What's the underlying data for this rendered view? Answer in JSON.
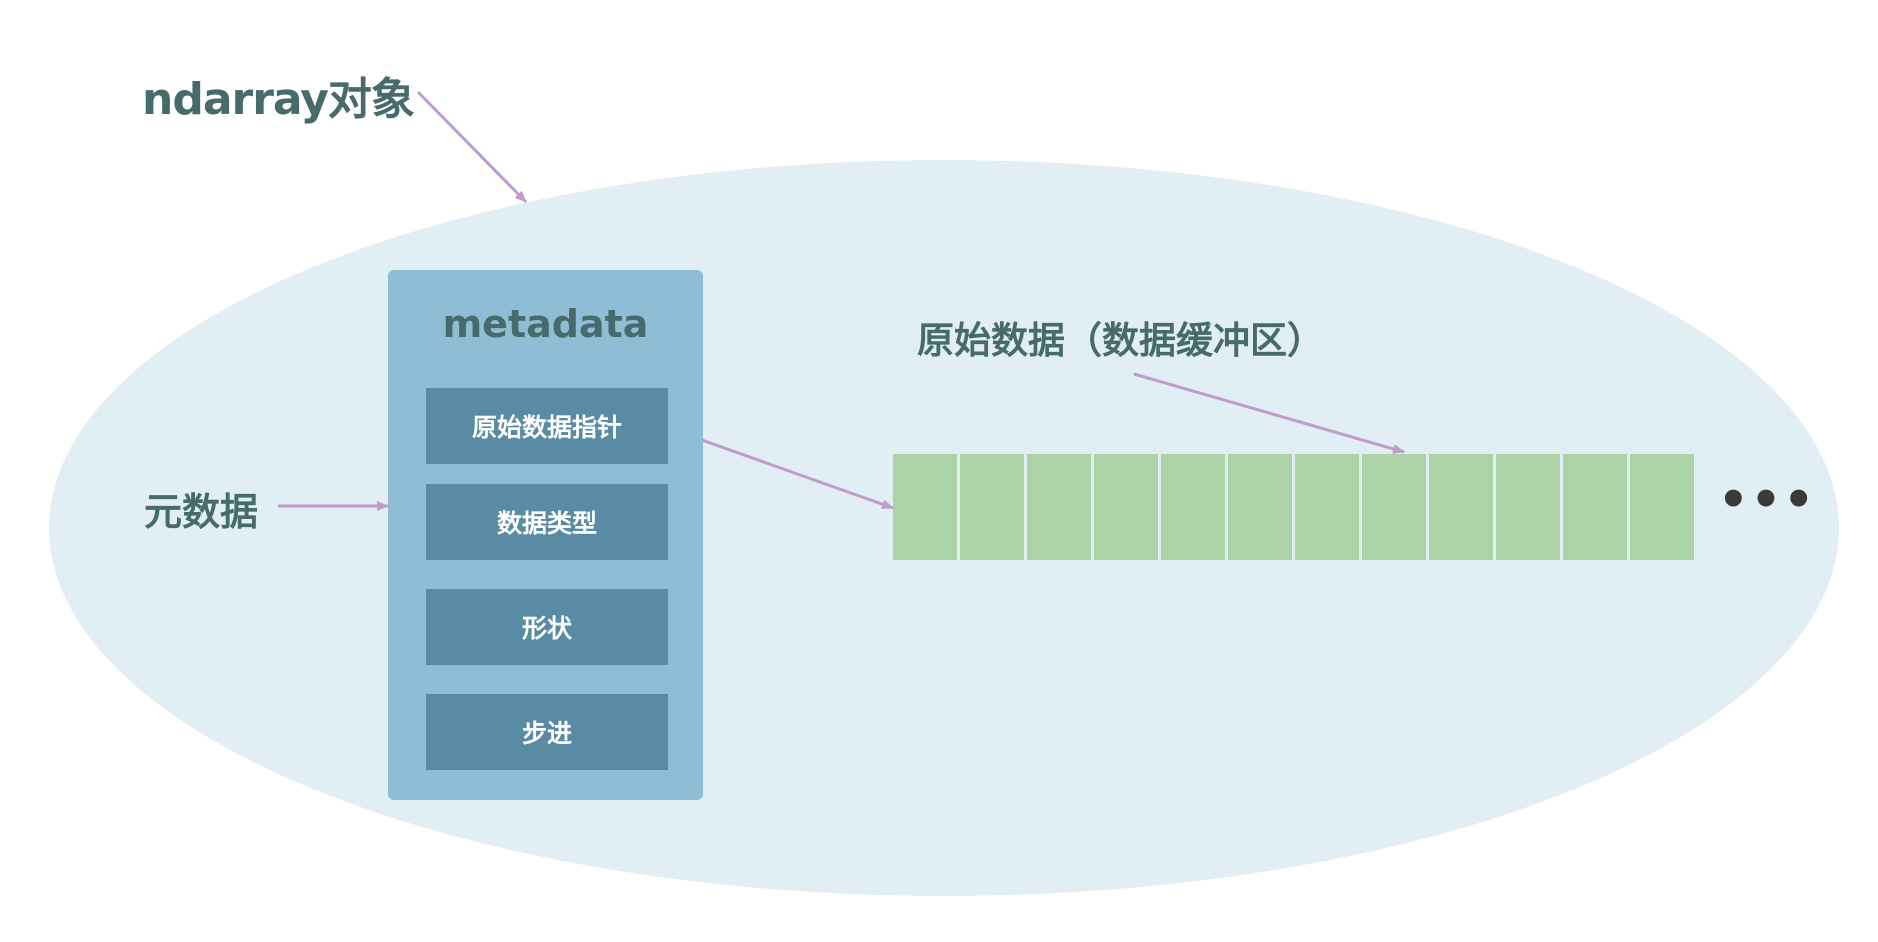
{
  "colors": {
    "ellipse_fill": "#e1eef4",
    "panel_fill": "#8fbdd6",
    "field_fill": "#5a8ba5",
    "cell_fill": "#acd3a6",
    "arrow": "#bf9ccb",
    "label_text": "#466b6a"
  },
  "labels": {
    "title": "ndarray对象",
    "metadata_side": "元数据",
    "raw_data": "原始数据（数据缓冲区）"
  },
  "metadata": {
    "title": "metadata",
    "fields": [
      "原始数据指针",
      "数据类型",
      "形状",
      "步进"
    ]
  },
  "buffer": {
    "cell_count": 12,
    "continuation": "•••"
  }
}
